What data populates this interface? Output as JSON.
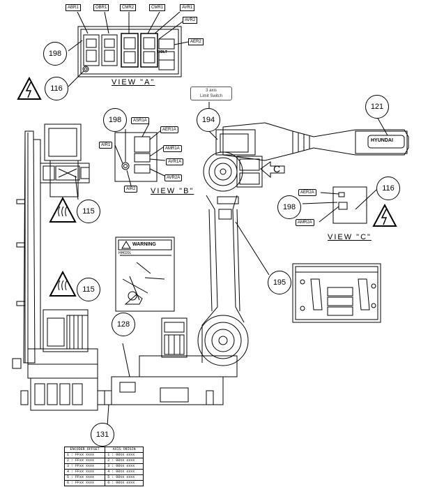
{
  "view_labels": {
    "a": "VIEW \"A\"",
    "b": "VIEW \"B\"",
    "c": "VIEW \"C\""
  },
  "callouts": {
    "c198_top": "198",
    "c116_top": "116",
    "c198_b": "198",
    "c194": "194",
    "c121": "121",
    "c116_c": "116",
    "c198_c": "198",
    "c115_upper": "115",
    "c115_lower": "115",
    "c195": "195",
    "c128": "128",
    "c131": "131"
  },
  "view_a_labels": {
    "abr1": "ABR1",
    "obr1": "OBR1",
    "cmr2": "CMR2",
    "cmr1": "CMR1",
    "avr1": "AVR1",
    "avr2": "AVR2",
    "aer2": "AER2"
  },
  "view_b_labels": {
    "asr1a": "ASR1A",
    "aer1a": "AER1A",
    "air1": "AIR1",
    "amr1a": "AMR1A",
    "avr1a": "AVR1A",
    "avr2a": "AVR2A",
    "air2": "AIR2"
  },
  "view_c_labels": {
    "aer2a": "AER2A",
    "amr2a": "AMR2A"
  },
  "limit_switch_note": [
    "3 axis",
    "Limit Switch"
  ],
  "view_c_letter": "C",
  "brand": "HYUNDAI",
  "warning_label": {
    "title": "WARNING",
    "model": "HH020L"
  },
  "encoder_table": {
    "headers": [
      "ENCODER OFFSET",
      "AXIS ORIGIN"
    ],
    "rows": [
      [
        "1 : FFxx xxxx",
        "1 : 00xx xxxx"
      ],
      [
        "2 : FFxx xxxx",
        "2 : 00xx xxxx"
      ],
      [
        "3 : FFxx xxxx",
        "3 : 00xx xxxx"
      ],
      [
        "4 : FFxx xxxx",
        "4 : 00xx xxxx"
      ],
      [
        "5 : FFxx xxxx",
        "5 : 00xx xxxx"
      ],
      [
        "6 : FFxx xxxx",
        "6 : 00xx xxxx"
      ]
    ]
  },
  "panel_text": "FIDLT"
}
